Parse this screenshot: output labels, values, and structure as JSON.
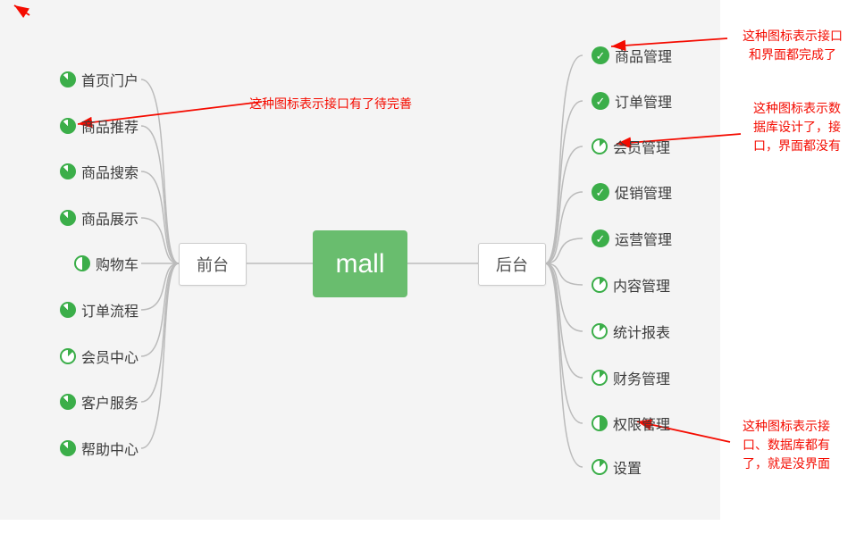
{
  "colors": {
    "node_green": "#69bd6e",
    "icon_green": "#3bae49",
    "connector_gray": "#bbbbbb",
    "node_border": "#cccccc",
    "canvas_gray": "#f4f4f4",
    "red": "#f40b00",
    "label_text": "#3c3c3c",
    "node_text": "#4f4f4f"
  },
  "map": {
    "root": {
      "label": "mall"
    },
    "front": {
      "label": "前台",
      "items": [
        {
          "label": "首页门户",
          "icon": "progress-7of8-icon"
        },
        {
          "label": "商品推荐",
          "icon": "progress-7of8-icon"
        },
        {
          "label": "商品搜索",
          "icon": "progress-7of8-icon"
        },
        {
          "label": "商品展示",
          "icon": "progress-7of8-icon"
        },
        {
          "label": "购物车",
          "icon": "progress-half-icon"
        },
        {
          "label": "订单流程",
          "icon": "progress-7of8-icon"
        },
        {
          "label": "会员中心",
          "icon": "progress-1of8-icon"
        },
        {
          "label": "客户服务",
          "icon": "progress-7of8-icon"
        },
        {
          "label": "帮助中心",
          "icon": "progress-7of8-icon"
        }
      ]
    },
    "back": {
      "label": "后台",
      "items": [
        {
          "label": "商品管理",
          "icon": "check-icon"
        },
        {
          "label": "订单管理",
          "icon": "check-icon"
        },
        {
          "label": "会员管理",
          "icon": "progress-1of8-icon"
        },
        {
          "label": "促销管理",
          "icon": "check-icon"
        },
        {
          "label": "运营管理",
          "icon": "check-icon"
        },
        {
          "label": "内容管理",
          "icon": "progress-1of8-icon"
        },
        {
          "label": "统计报表",
          "icon": "progress-1of8-icon"
        },
        {
          "label": "财务管理",
          "icon": "progress-1of8-icon"
        },
        {
          "label": "权限管理",
          "icon": "progress-half-icon"
        },
        {
          "label": "设置",
          "icon": "progress-1of8-icon"
        }
      ]
    }
  },
  "annotations": {
    "api_incomplete": {
      "text": "这种图标表示接口有了待完善"
    },
    "all_done": {
      "lines": [
        "这种图标表示接口",
        "和界面都完成了"
      ]
    },
    "db_only": {
      "lines": [
        "这种图标表示数",
        "据库设计了，接",
        "口，界面都没有"
      ]
    },
    "no_ui": {
      "lines": [
        "这种图标表示接",
        "口、数据库都有",
        "了，就是没界面"
      ]
    }
  }
}
